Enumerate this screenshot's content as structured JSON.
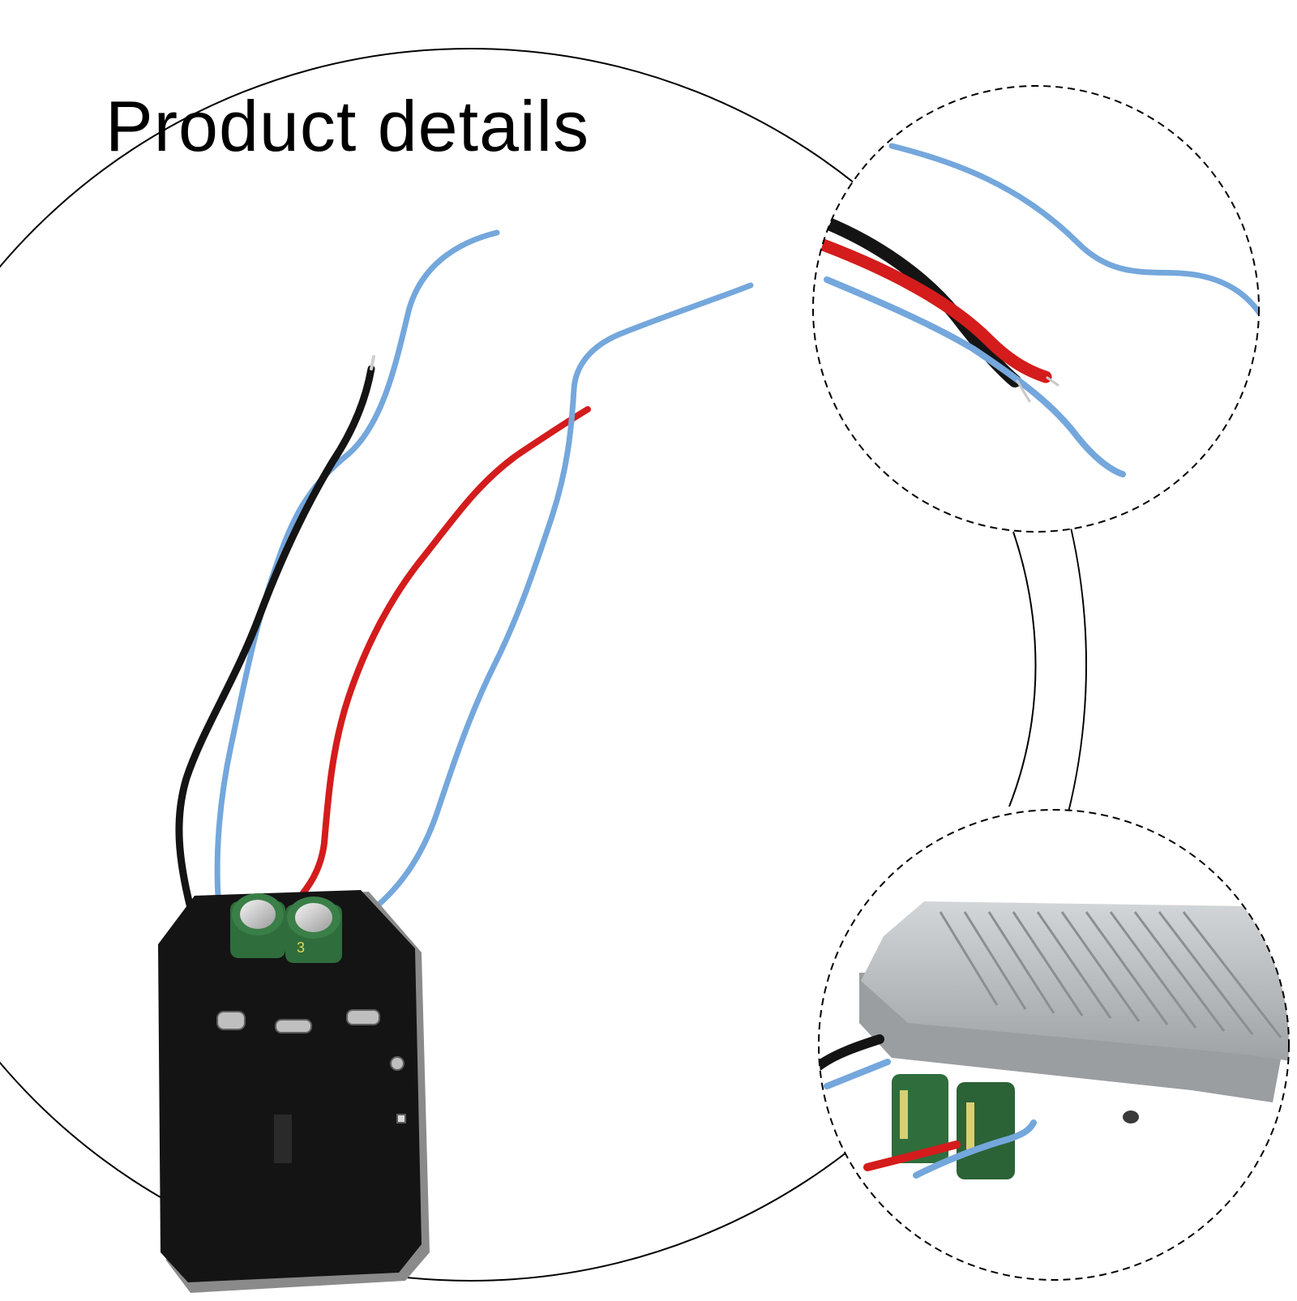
{
  "page": {
    "title": "Product details"
  },
  "product": {
    "name": "speed control board with wires",
    "capacitor_marking": "3",
    "zoom_top": "wire ends detail",
    "zoom_bottom": "aluminum heatsink with capacitors detail"
  },
  "colors": {
    "background": "#ffffff",
    "board": "#111111",
    "wire_blue": "#74a7dc",
    "wire_red": "#d41c1c",
    "wire_black": "#141414",
    "capacitor": "#2f6d3c",
    "heatsink": "#b9bcbe"
  }
}
